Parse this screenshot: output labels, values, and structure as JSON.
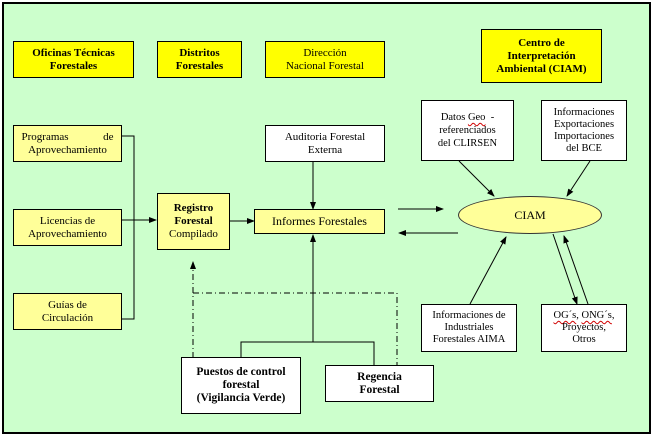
{
  "header_boxes": {
    "oficinas": "Oficinas Técnicas\nForestales",
    "distritos": "Distritos\nForestales",
    "direccion": "Dirección\nNacional Forestal",
    "centro": "Centro  de\nInterpretación\nAmbiental (CIAM)"
  },
  "left_inputs": {
    "programas_line1": "Programas",
    "programas_line1b": "de",
    "programas_line2": "Aprovechamiento",
    "licencias": "Licencias de\nAprovechamiento",
    "guias": "Guías de\nCirculación"
  },
  "registro": {
    "bold_line1": "Registro",
    "bold_line2": "Forestal",
    "line3": "Compilado"
  },
  "auditoria": "Auditoria Forestal\nExterna",
  "informes": "Informes Forestales",
  "ciam": "CIAM",
  "datos_geo": {
    "line1_pre": "Datos ",
    "line1_wavy": "Geo",
    "line1_post": "  -",
    "line2": "referenciados",
    "line3": "del CLIRSEN"
  },
  "bce": "Informaciones\nExportaciones\nImportaciones\ndel BCE",
  "aima": "Informaciones de\nIndustriales\nForestales AIMA",
  "ongs": {
    "og": "OG´s",
    "ong": "ONG´s",
    "line2": "Proyectos,",
    "line3": "Otros"
  },
  "puestos": "Puestos de control\nforestal\n(Vigilancia Verde)",
  "regencia": "Regencia\nForestal",
  "colors": {
    "background": "#ccffcc",
    "header_box": "#ffff00",
    "process_box": "#ffff99",
    "source_box": "#ffffff"
  }
}
